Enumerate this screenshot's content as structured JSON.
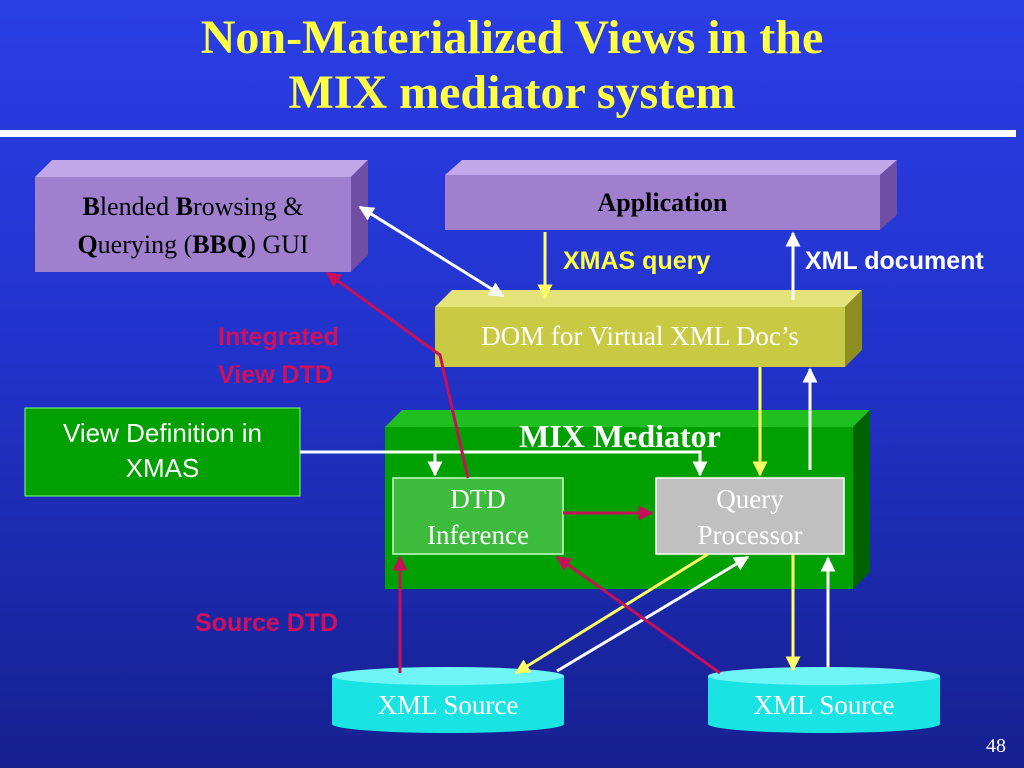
{
  "title": {
    "line1": "Non-Materialized Views in the",
    "line2": "MIX mediator system"
  },
  "boxes": {
    "bbq": {
      "b1": "B",
      "t1": "lended ",
      "b2": "B",
      "t2": "rowsing &",
      "b3": "Q",
      "t3": "uerying (",
      "b4": "BBQ",
      "t4": ") GUI"
    },
    "application": "Application",
    "dom": "DOM for Virtual XML Doc’s",
    "view_definition": {
      "line1": "View Definition in",
      "line2": "XMAS"
    },
    "mediator": "MIX Mediator",
    "dtd_inference": {
      "line1": "DTD",
      "line2": "Inference"
    },
    "query_processor": {
      "line1": "Query",
      "line2": "Processor"
    },
    "xml_source_left": "XML Source",
    "xml_source_right": "XML Source"
  },
  "labels": {
    "xmas_query": "XMAS query",
    "xml_document": "XML document",
    "integrated_view_dtd": {
      "line1": "Integrated",
      "line2": "View DTD"
    },
    "source_dtd": "Source DTD"
  },
  "page_number": "48",
  "colors": {
    "title": "#ffff44",
    "crimson_label": "#d0105a",
    "purple_box": "#9f7fce",
    "olive_box": "#c9c944",
    "green_box": "#00a000",
    "gray_box": "#c0c0c0",
    "cyan_source": "#19e3e3",
    "yellow_arrow": "#ffff66",
    "magenta_arrow": "#c8105a"
  }
}
